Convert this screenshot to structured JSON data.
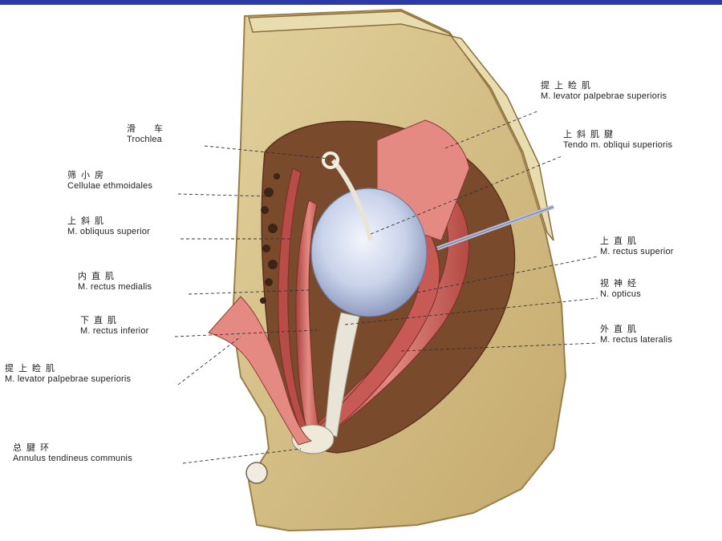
{
  "labels": {
    "levator_top": {
      "cn": "提上睑肌",
      "lat": "M. levator palpebrae superioris"
    },
    "trochlea": {
      "cn": "滑　车",
      "lat": "Trochlea"
    },
    "tendo": {
      "cn": "上斜肌腱",
      "lat": "Tendo m. obliqui superioris"
    },
    "ethmoid": {
      "cn": "筛小房",
      "lat": "Cellulae ethmoidales"
    },
    "obliquus": {
      "cn": "上斜肌",
      "lat": "M. obliquus superior"
    },
    "rectus_sup": {
      "cn": "上直肌",
      "lat": "M. rectus superior"
    },
    "rectus_med": {
      "cn": "内直肌",
      "lat": "M. rectus medialis"
    },
    "opticus": {
      "cn": "视神经",
      "lat": "N. opticus"
    },
    "rectus_inf": {
      "cn": "下直肌",
      "lat": "M. rectus inferior"
    },
    "rectus_lat": {
      "cn": "外直肌",
      "lat": "M. rectus lateralis"
    },
    "levator_bottom": {
      "cn": "提上睑肌",
      "lat": "M. levator palpebrae superioris"
    },
    "annulus": {
      "cn": "总腱环",
      "lat": "Annulus tendineus communis"
    }
  },
  "colors": {
    "top_bar": "#2b3aa8",
    "bone": "#d6c38c",
    "bone_shadow": "#b69a5e",
    "cavity": "#7a4a2c",
    "muscle": "#c85a55",
    "muscle_light": "#e48a82",
    "eyeball": "#c9d3ea",
    "nerve": "#e8e4d8"
  }
}
